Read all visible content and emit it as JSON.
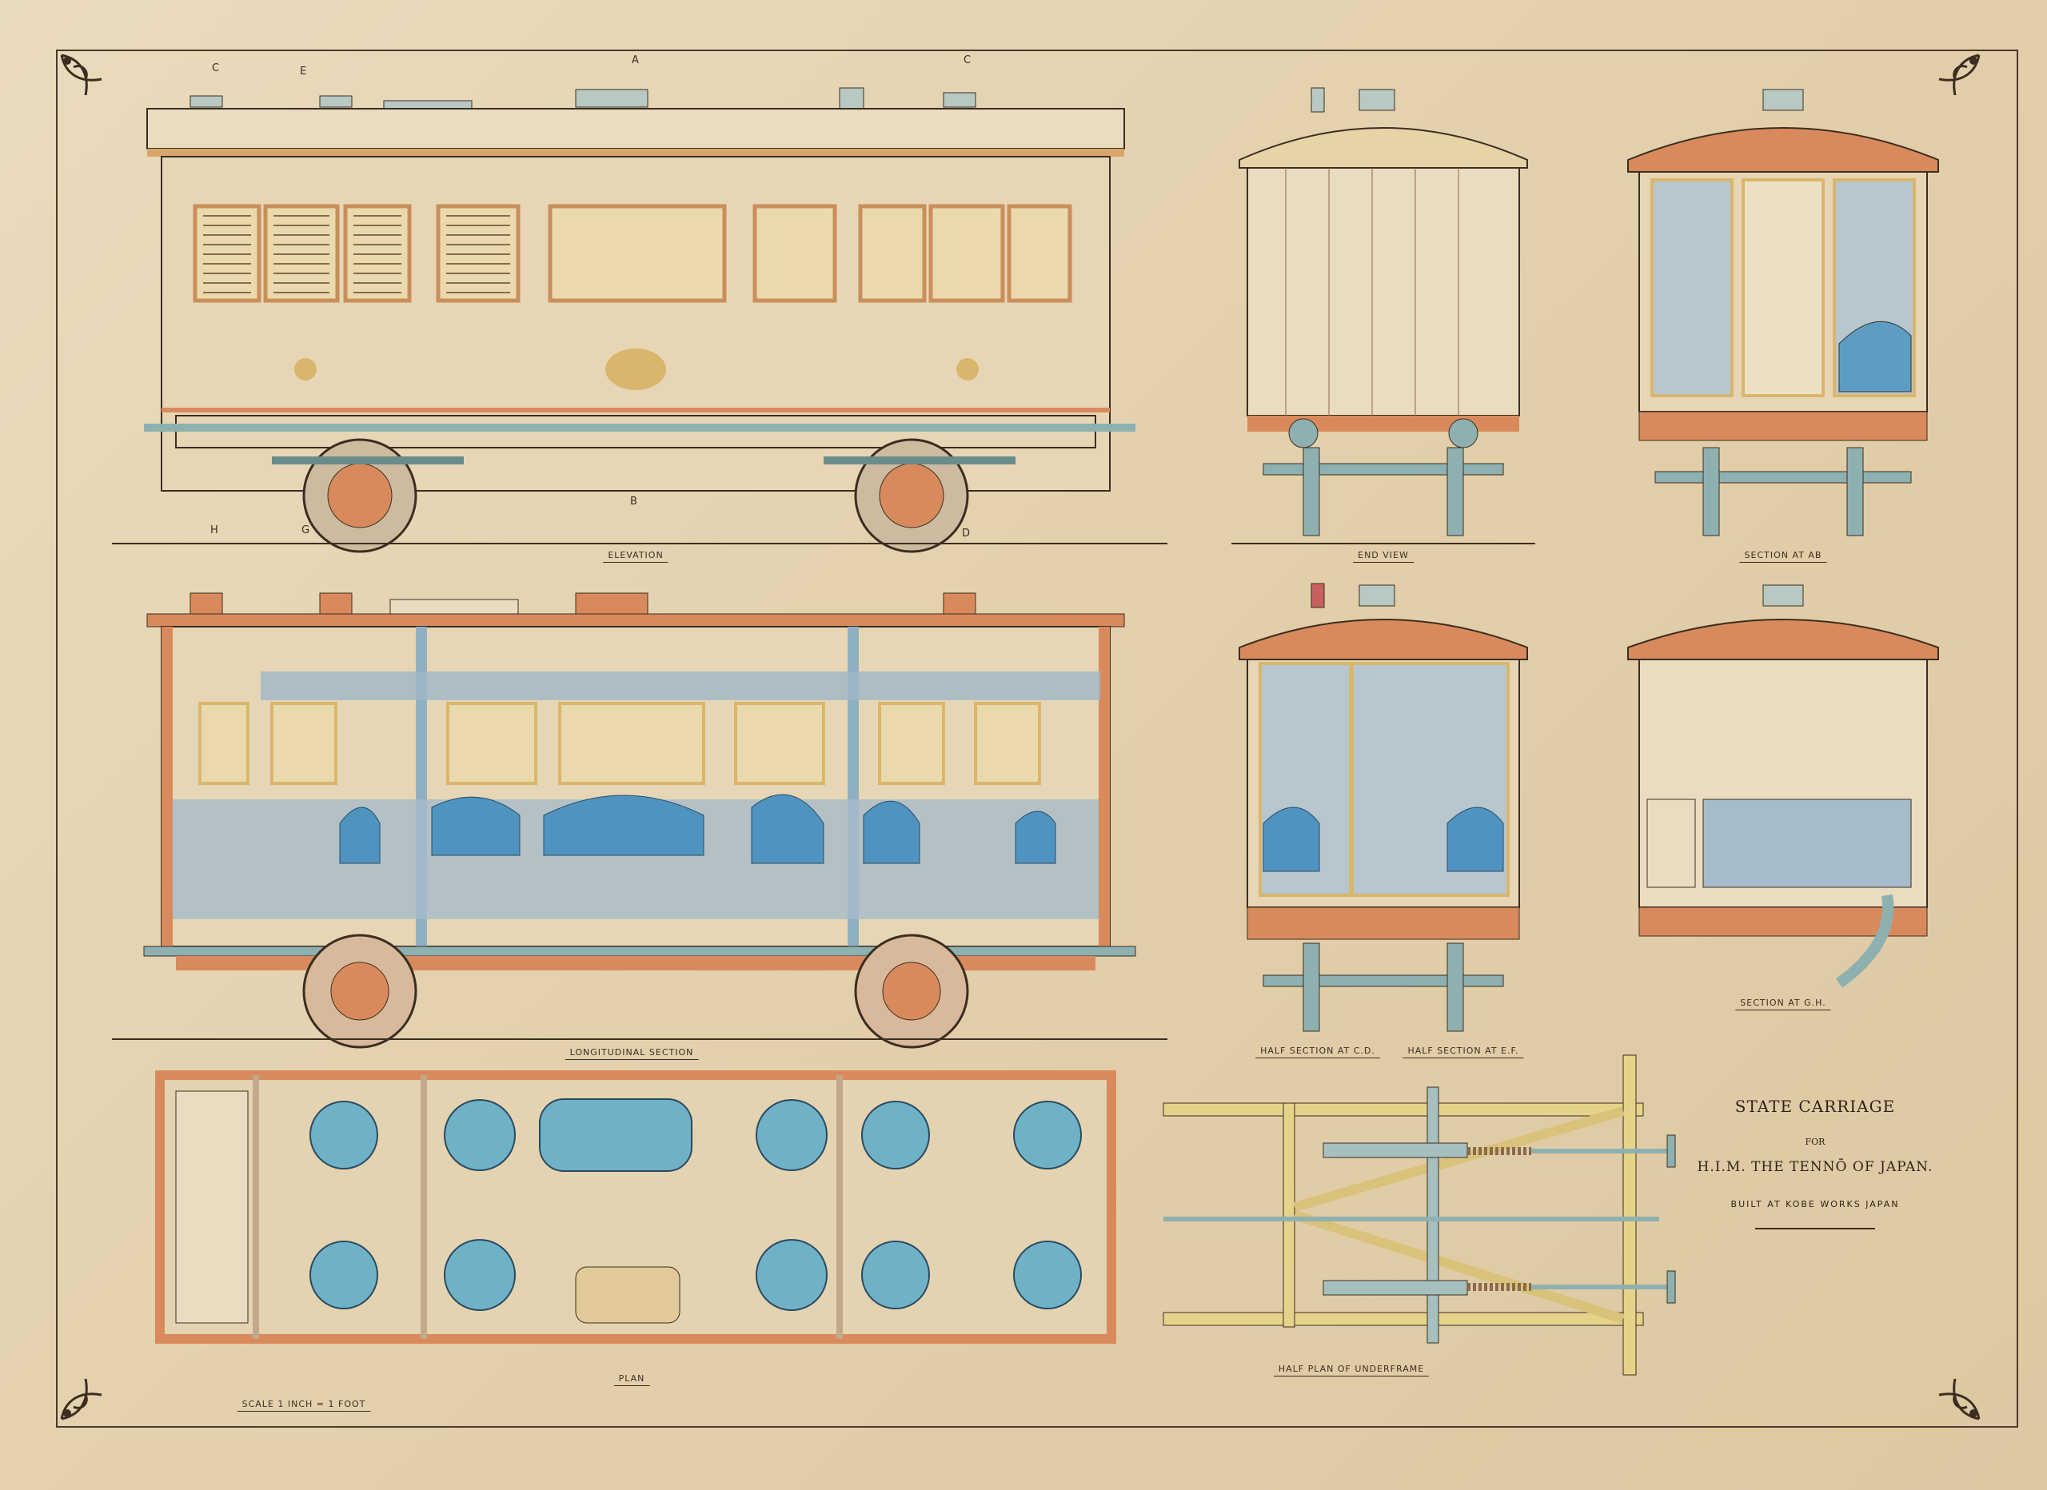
{
  "colors": {
    "paper": "#e4d3b0",
    "ink": "#3b2e20",
    "wood": "#d98a5c",
    "upholstery": "#6fa3bf",
    "frame_gold": "#d9b66b",
    "yellow": "#e6d38a"
  },
  "views": {
    "elevation": "ELEVATION",
    "end_view": "END VIEW",
    "section_ab": "SECTION AT AB",
    "longitudinal_section": "LONGITUDINAL SECTION",
    "half_section_cd": "HALF SECTION AT C.D.",
    "half_section_ef": "HALF SECTION AT E.F.",
    "section_gh": "SECTION AT G.H.",
    "plan": "PLAN",
    "half_plan_underframe": "HALF PLAN OF UNDERFRAME"
  },
  "scale": "SCALE 1 INCH = 1 FOOT",
  "letters": {
    "c1": "C",
    "e": "E",
    "a": "A",
    "c2": "C",
    "h": "H",
    "g": "G",
    "b": "B",
    "d": "D"
  },
  "title_block": {
    "line1": "STATE CARRIAGE",
    "line2": "FOR",
    "line3": "H.I.M. THE TENNŌ OF JAPAN.",
    "line4": "BUILT AT KOBE WORKS JAPAN"
  }
}
